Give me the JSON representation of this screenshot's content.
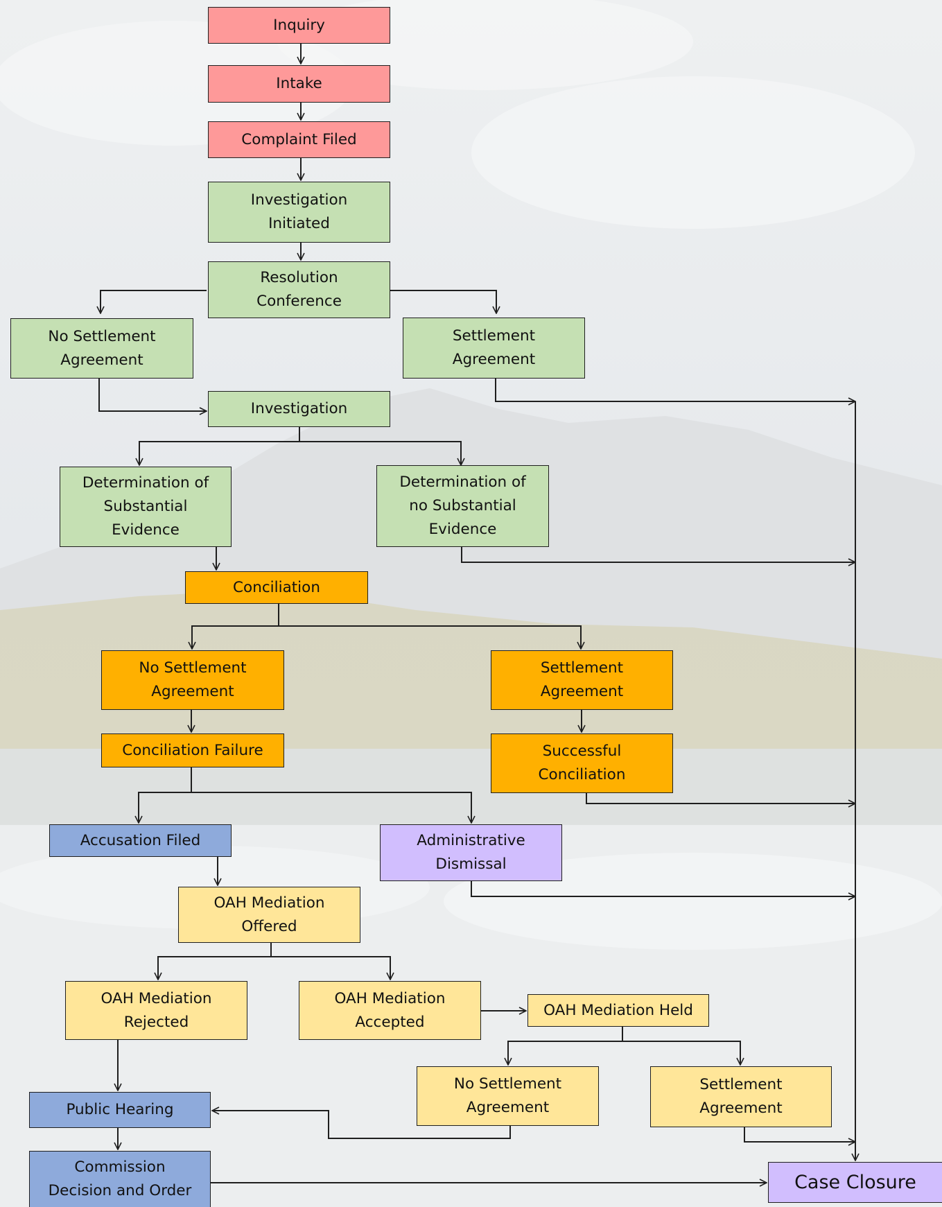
{
  "colors": {
    "intake": "#fe9999",
    "investigation": "#c5e0b3",
    "conciliation": "#ffb000",
    "legal": "#8eaadb",
    "closure": "#d1befe",
    "mediation": "#ffe699",
    "connector": "#1e1e1e"
  },
  "nodes": {
    "inquiry": "Inquiry",
    "intake": "Intake",
    "complaint_filed": "Complaint Filed",
    "investigation_initiated_1": "Investigation",
    "investigation_initiated_2": "Initiated",
    "resolution_conference_1": "Resolution",
    "resolution_conference_2": "Conference",
    "rc_no_settlement_1": "No Settlement",
    "rc_no_settlement_2": "Agreement",
    "rc_settlement_1": "Settlement",
    "rc_settlement_2": "Agreement",
    "investigation": "Investigation",
    "substantial_1": "Determination of",
    "substantial_2": "Substantial",
    "substantial_3": "Evidence",
    "no_substantial_1": "Determination of",
    "no_substantial_2": "no Substantial",
    "no_substantial_3": "Evidence",
    "conciliation": "Conciliation",
    "conc_no_settlement_1": "No Settlement",
    "conc_no_settlement_2": "Agreement",
    "conc_settlement_1": "Settlement",
    "conc_settlement_2": "Agreement",
    "conciliation_failure": "Conciliation Failure",
    "successful_conciliation_1": "Successful",
    "successful_conciliation_2": "Conciliation",
    "accusation_filed": "Accusation Filed",
    "administrative_dismissal_1": "Administrative",
    "administrative_dismissal_2": "Dismissal",
    "oah_offered_1": "OAH Mediation",
    "oah_offered_2": "Offered",
    "oah_rejected_1": "OAH Mediation",
    "oah_rejected_2": "Rejected",
    "oah_accepted_1": "OAH Mediation",
    "oah_accepted_2": "Accepted",
    "oah_held": "OAH Mediation Held",
    "med_no_settlement_1": "No Settlement",
    "med_no_settlement_2": "Agreement",
    "med_settlement_1": "Settlement",
    "med_settlement_2": "Agreement",
    "public_hearing": "Public Hearing",
    "commission_1": "Commission",
    "commission_2": "Decision and Order",
    "case_closure": "Case Closure"
  }
}
